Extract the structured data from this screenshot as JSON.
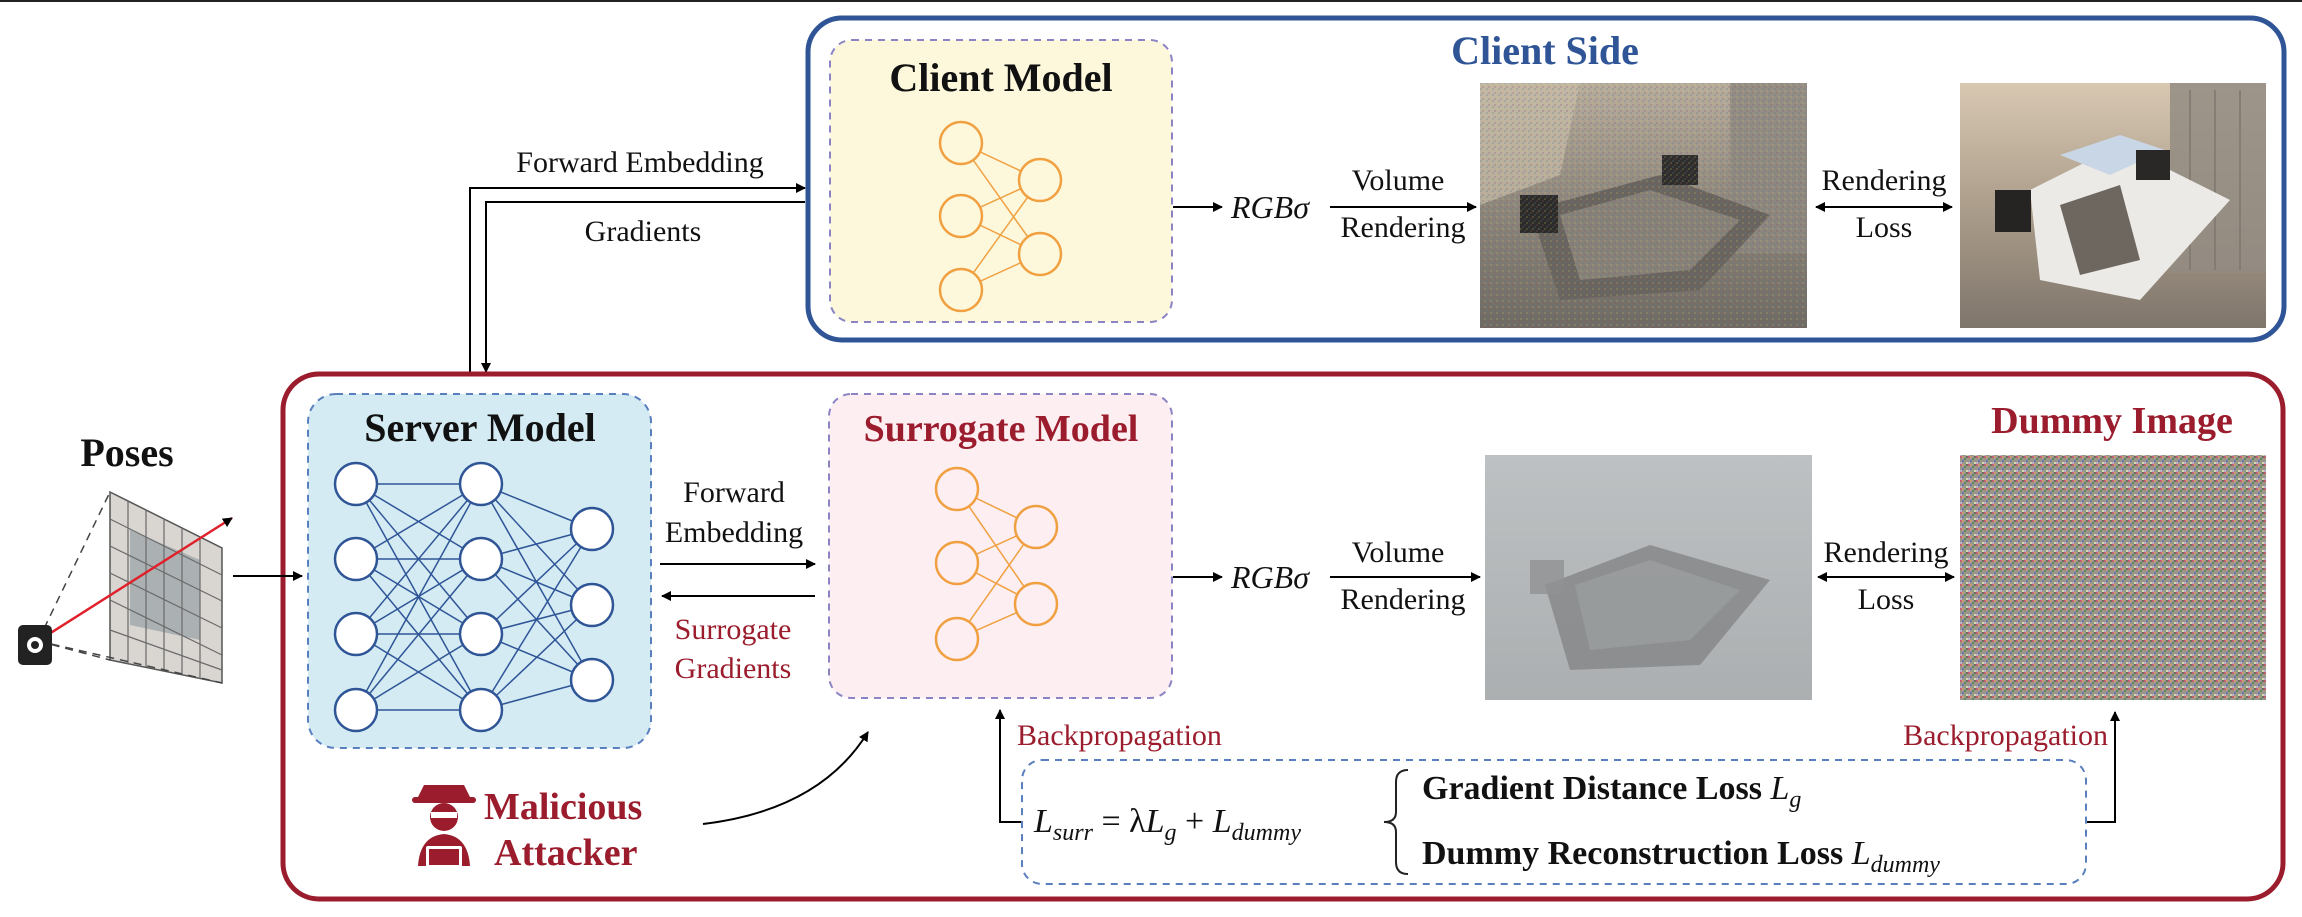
{
  "client_side": {
    "title": "Client Side",
    "client_model_label": "Client Model",
    "rgb_sigma": "RGBσ",
    "volume_rendering": [
      "Volume",
      "Rendering"
    ],
    "rendering_loss": [
      "Rendering",
      "Loss"
    ],
    "rendered_image_caption": "",
    "ground_truth_caption": ""
  },
  "links": {
    "forward_embedding": "Forward Embedding",
    "gradients": "Gradients"
  },
  "server_side": {
    "poses_label": "Poses",
    "server_model_label": "Server Model",
    "forward_embedding": [
      "Forward",
      "Embedding"
    ],
    "surrogate_gradients": [
      "Surrogate",
      "Gradients"
    ],
    "surrogate_model_label": "Surrogate Model",
    "rgb_sigma": "RGBσ",
    "volume_rendering": [
      "Volume",
      "Rendering"
    ],
    "rendering_loss": [
      "Rendering",
      "Loss"
    ],
    "dummy_image_label": "Dummy Image",
    "attacker_label": [
      "Malicious",
      "Attacker"
    ],
    "backprop_left": "Backpropagation",
    "backprop_right": "Backpropagation",
    "loss_formula": {
      "lhs": "L",
      "lhs_sub": "surr",
      "eq": " = λ",
      "lg": "L",
      "lg_sub": "g",
      "plus": " + ",
      "ld": "L",
      "ld_sub": "dummy"
    },
    "loss_terms": [
      {
        "text": "Gradient Distance Loss ",
        "sym": "L",
        "sub": "g"
      },
      {
        "text": "Dummy Reconstruction Loss ",
        "sym": "L",
        "sub": "dummy"
      }
    ]
  },
  "colors": {
    "client_blue": "#2f5597",
    "server_red": "#9b1c2c",
    "client_model_fill": "#fdf8dc",
    "server_model_fill": "#d4ebf3",
    "surrogate_model_fill": "#fdeef2",
    "neuron_orange": "#f0a040",
    "neuron_blue": "#2f5597",
    "dash_purple": "#8b84c4",
    "dash_blue": "#5a7fbf"
  }
}
